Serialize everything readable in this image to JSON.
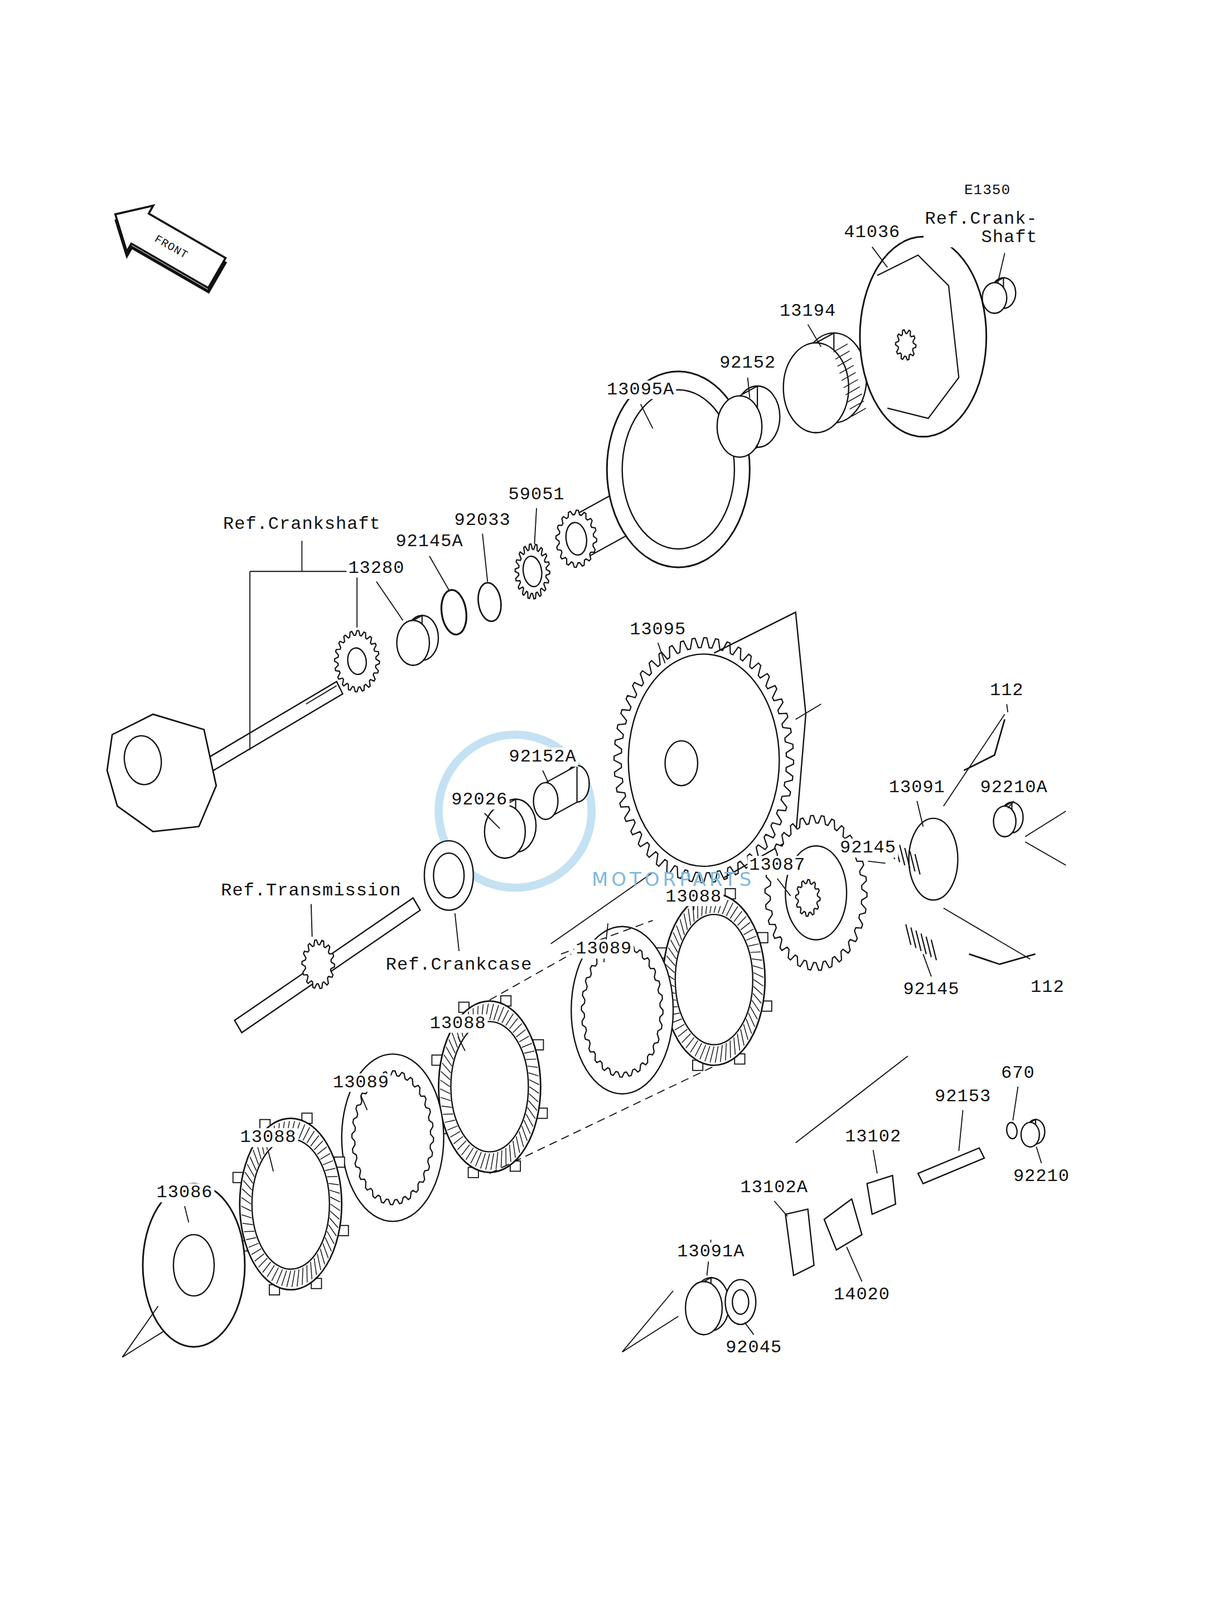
{
  "diagram": {
    "labels": [
      "E1350",
      "FRONT",
      "Ref.Crank- Shaft",
      "41036",
      "13194",
      "92152",
      "13095A",
      "59051",
      "92033",
      "92145A",
      "13280",
      "Ref.Crankshaft",
      "13095",
      "112",
      "92152A",
      "13091",
      "92210A",
      "92026",
      "92145",
      "13087",
      "13088",
      "Ref.Transmission",
      "Ref.Crankcase",
      "92145",
      "112",
      "13089",
      "13088",
      "13089",
      "670",
      "92153",
      "13102",
      "13102A",
      "13088",
      "92210",
      "13086",
      "13091A",
      "14020",
      "92045",
      "MOTORPARTS"
    ]
  }
}
